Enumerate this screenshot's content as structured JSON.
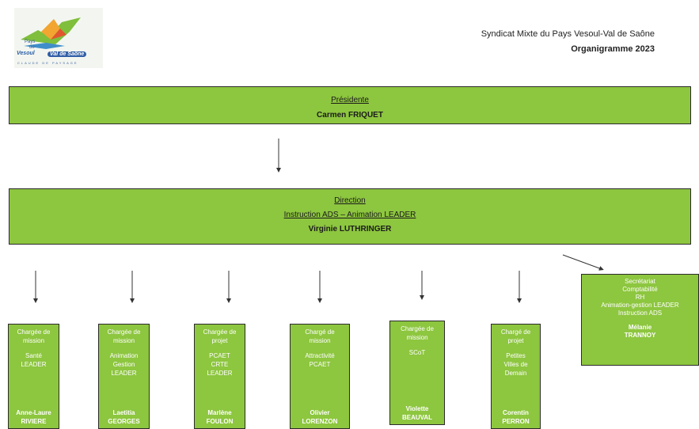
{
  "logo": {
    "line1": "Pays",
    "line2": "de",
    "vesoul": "Vesoul",
    "vds": "Val de Saône",
    "tagline": "CLAUDE DE PAYSAGE"
  },
  "header": {
    "org_name": "Syndicat Mixte du Pays Vesoul-Val de Saône",
    "doc_title": "Organigramme 2023"
  },
  "president": {
    "role": "Présidente",
    "name": "Carmen FRIQUET"
  },
  "direction": {
    "role": "Direction",
    "missions": "Instruction ADS – Animation LEADER",
    "name": "Virginie LUTHRINGER"
  },
  "secretariat": {
    "lines": [
      "Secrétariat",
      "Comptabilité",
      "RH",
      "Animation-gestion LEADER",
      "Instruction ADS"
    ],
    "name": [
      "Mélanie",
      "TRANNOY"
    ]
  },
  "staff": [
    {
      "role": [
        "Chargée de",
        "mission"
      ],
      "topics": [
        "Santé",
        "LEADER"
      ],
      "first": "Anne-Laure",
      "last": "RIVIERE"
    },
    {
      "role": [
        "Chargée de",
        "mission"
      ],
      "topics": [
        "Animation",
        "Gestion",
        "LEADER"
      ],
      "first": "Laetitia",
      "last": "GEORGES"
    },
    {
      "role": [
        "Chargée de",
        "projet"
      ],
      "topics": [
        "PCAET",
        "CRTE",
        "LEADER"
      ],
      "first": "Marlène",
      "last": "FOULON"
    },
    {
      "role": [
        "Chargé de",
        "mission"
      ],
      "topics": [
        "Attractivité",
        "PCAET"
      ],
      "first": "Olivier",
      "last": "LORENZON"
    },
    {
      "role": [
        "Chargée de",
        "mission"
      ],
      "topics": [
        "SCoT"
      ],
      "first": "Violette",
      "last": "BEAUVAL"
    },
    {
      "role": [
        "Chargé de",
        "projet"
      ],
      "topics": [
        "Petites",
        "Villes de",
        "Demain"
      ],
      "first": "Corentin",
      "last": "PERRON"
    }
  ],
  "colors": {
    "box_fill": "#8dc63f",
    "box_border": "#2b2b2b",
    "arrow": "#333333"
  }
}
